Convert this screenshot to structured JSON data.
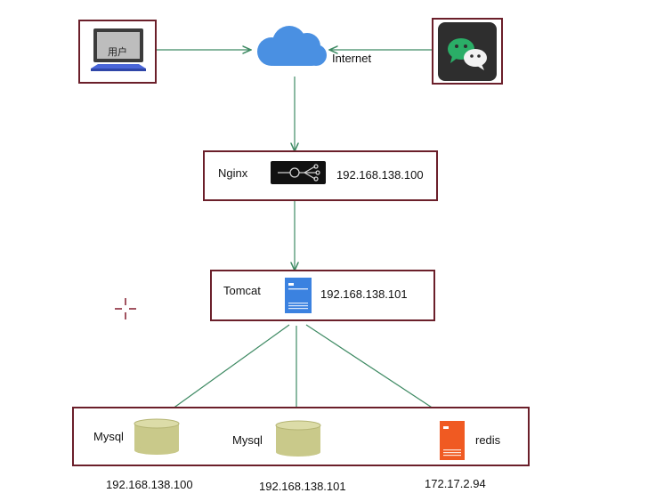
{
  "nodes": {
    "user": {
      "label": "用户"
    },
    "internet": {
      "label": "Internet"
    },
    "nginx": {
      "label": "Nginx",
      "ip": "192.168.138.100"
    },
    "tomcat": {
      "label": "Tomcat",
      "ip": "192.168.138.101"
    },
    "mysql1": {
      "label": "Mysql",
      "ip": "192.168.138.100"
    },
    "mysql2": {
      "label": "Mysql",
      "ip": "192.168.138.101"
    },
    "redis": {
      "label": "redis",
      "ip": "172.17.2.94"
    }
  },
  "colors": {
    "border": "#6b1f2a",
    "arrow": "#3e8a63",
    "cloud": "#4a90e2",
    "server": "#3b82e0",
    "db": "#c9c98a",
    "redis": "#f05a22",
    "wechat": "#2aae67"
  },
  "icons": {
    "user": "computer-icon",
    "internet": "cloud-icon",
    "wechat": "wechat-icon",
    "nginx": "nginx-device-icon",
    "tomcat": "server-icon",
    "mysql": "database-icon",
    "redis": "redis-icon",
    "cursor": "crosshair-icon"
  }
}
